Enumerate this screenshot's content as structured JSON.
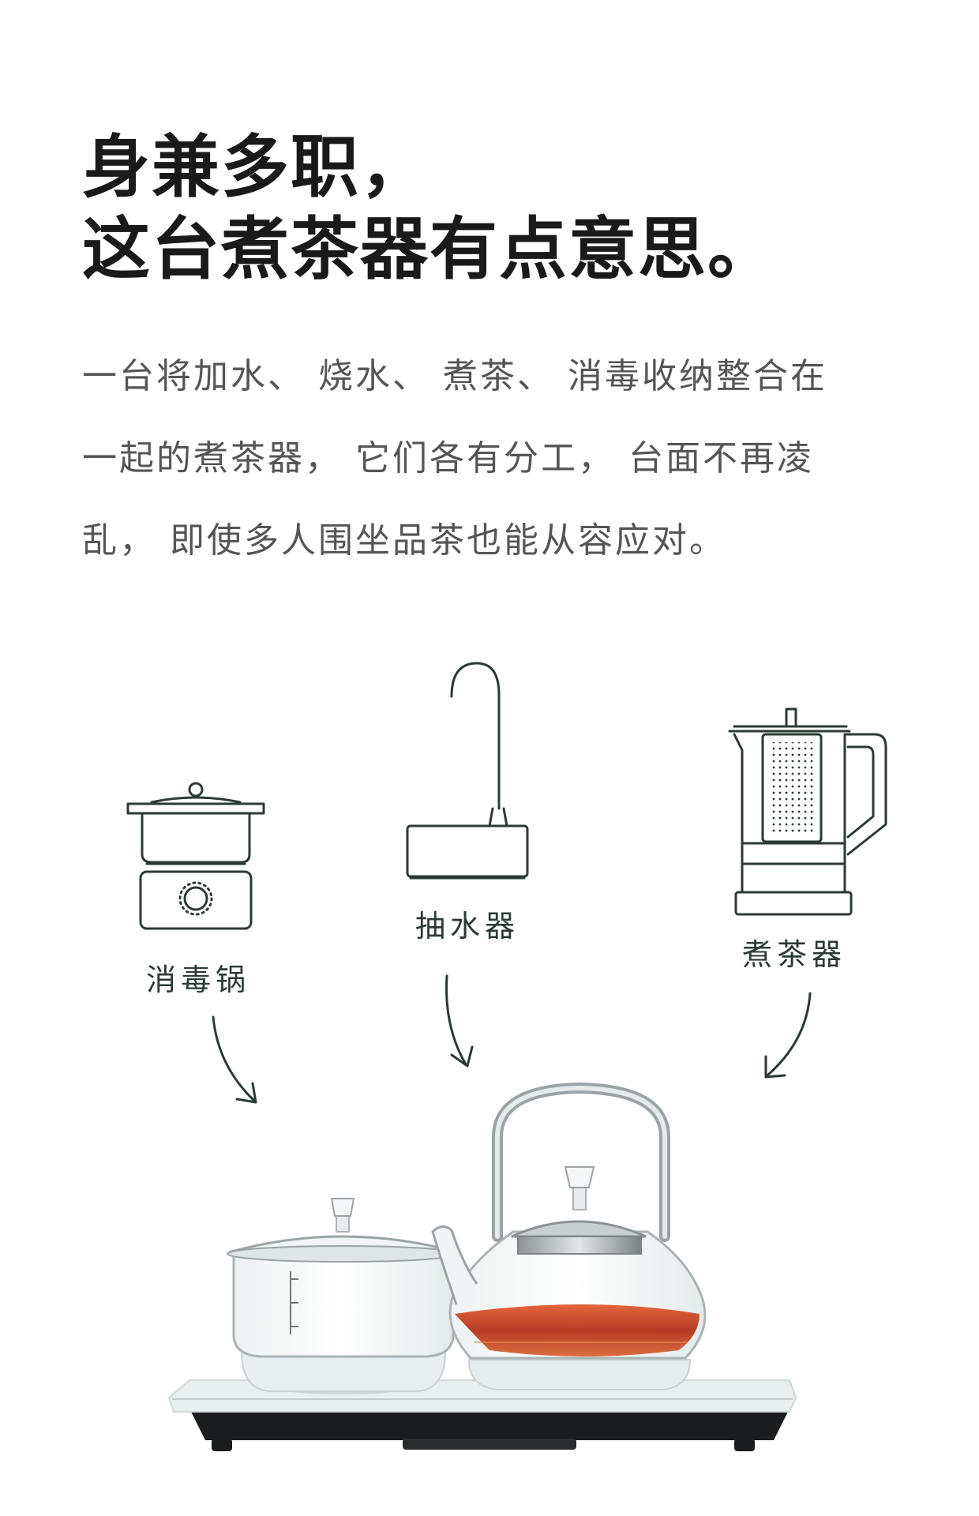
{
  "title": {
    "line1": "身兼多职，",
    "line2": "这台煮茶器有点意思。"
  },
  "description": {
    "line1": "一台将加水、 烧水、 煮茶、 消毒收纳整合在",
    "line2": "一起的煮茶器， 它们各有分工， 台面不再凌",
    "line3": "乱， 即使多人围坐品茶也能从容应对。"
  },
  "modules": [
    {
      "label": "消毒锅",
      "icon": "sterilizer-pot-icon"
    },
    {
      "label": "抽水器",
      "icon": "water-pump-icon"
    },
    {
      "label": "煮茶器",
      "icon": "tea-maker-icon"
    }
  ],
  "colors": {
    "line_art": "#2c3a33",
    "tea": "#c0391b",
    "background": "#ffffff"
  }
}
